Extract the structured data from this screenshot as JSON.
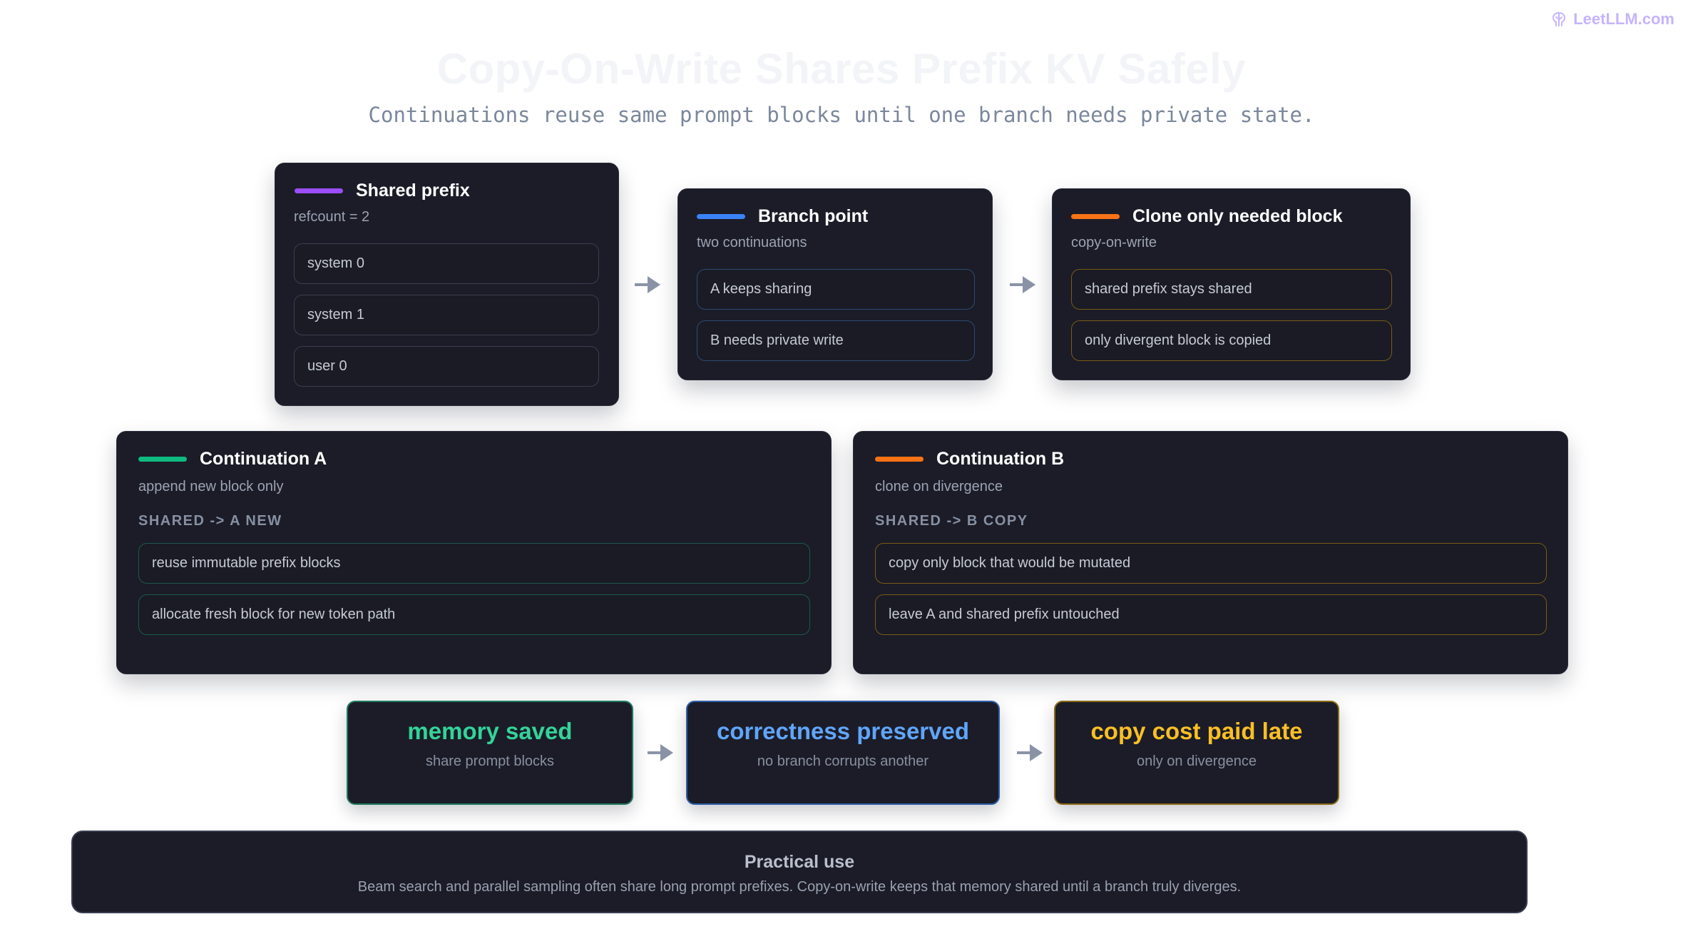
{
  "brand": {
    "name": "LeetLLM.com",
    "icon": "brain-logo-icon",
    "color": "#c4b5fd"
  },
  "header": {
    "title": "Copy-On-Write Shares Prefix KV Safely",
    "subtitle": "Continuations reuse same prompt blocks until one branch needs private state."
  },
  "shared_prefix": {
    "title": "Shared prefix",
    "subtitle": "refcount = 2",
    "accent": "#9b4dff",
    "blocks": [
      "system 0",
      "system 1",
      "user 0"
    ]
  },
  "branch_point": {
    "title": "Branch point",
    "subtitle": "two continuations",
    "accent": "#3b82f6",
    "blocks": [
      "A keeps sharing",
      "B needs private write"
    ]
  },
  "clone_block": {
    "title": "Clone only needed block",
    "subtitle": "copy-on-write",
    "accent": "#f97316",
    "blocks": [
      "shared prefix stays shared",
      "only divergent block is copied"
    ]
  },
  "continuation_a": {
    "title": "Continuation A",
    "subtitle": "append new block only",
    "section": "SHARED -> A NEW",
    "accent": "#10b981",
    "blocks": [
      "reuse immutable prefix blocks",
      "allocate fresh block for new token path"
    ]
  },
  "continuation_b": {
    "title": "Continuation B",
    "subtitle": "clone on divergence",
    "section": "SHARED -> B COPY",
    "accent": "#f97316",
    "blocks": [
      "copy only block that would be mutated",
      "leave A and shared prefix untouched"
    ]
  },
  "outcomes": [
    {
      "title": "memory saved",
      "subtitle": "share prompt blocks",
      "color": "#34d399"
    },
    {
      "title": "correctness preserved",
      "subtitle": "no branch corrupts another",
      "color": "#60a5fa"
    },
    {
      "title": "copy cost paid late",
      "subtitle": "only on divergence",
      "color": "#fbbf24"
    }
  ],
  "practical": {
    "title": "Practical use",
    "body": "Beam search and parallel sampling often share long prompt prefixes. Copy-on-write keeps that memory shared until a branch truly diverges."
  },
  "icons": {
    "arrow": "arrow-right-icon",
    "arrow_color": "#8a93a6"
  }
}
